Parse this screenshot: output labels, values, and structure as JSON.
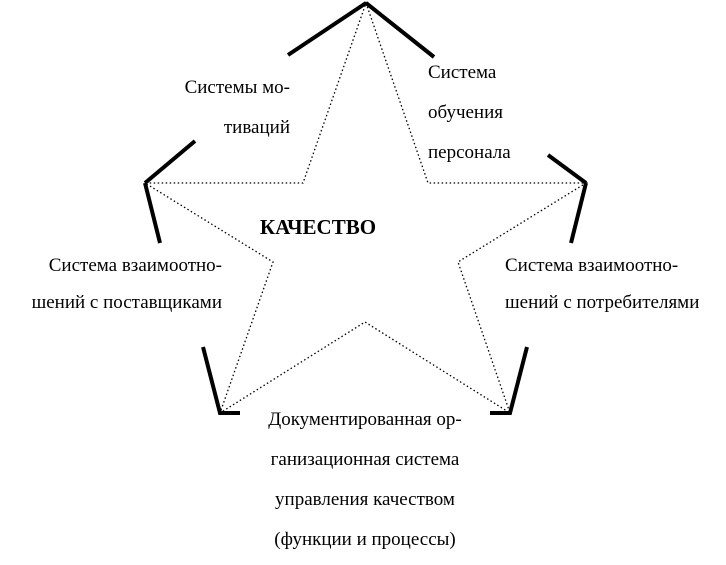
{
  "center_title": "КАЧЕСТВО",
  "labels": {
    "top_left": [
      "Системы мо-",
      "тиваций"
    ],
    "top_right": [
      "Система",
      "обучения",
      "персонала"
    ],
    "mid_left": [
      "Система взаимоотно-",
      "шений с поставщиками"
    ],
    "mid_right": [
      "Система взаимоотно-",
      "шений с потребителями"
    ],
    "bottom": [
      "Документированная ор-",
      "ганизационная система",
      "управления качеством",
      "(функции и процессы)"
    ]
  },
  "colors": {
    "stroke": "#000000",
    "background": "#ffffff"
  }
}
